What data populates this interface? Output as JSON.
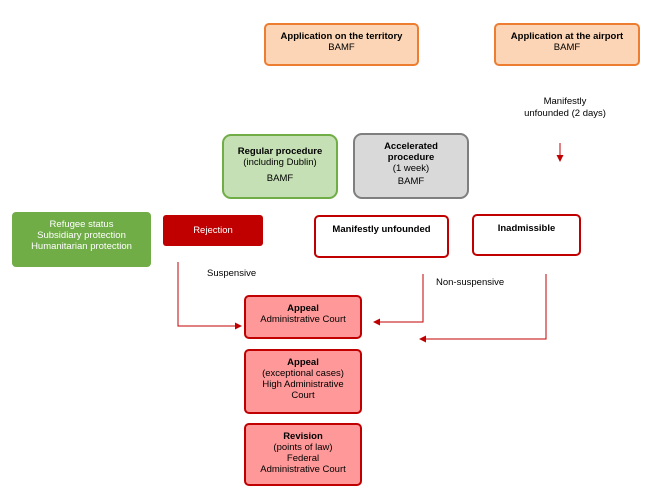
{
  "entry": {
    "territory": {
      "title": "Application on the territory",
      "sub": "BAMF"
    },
    "airport": {
      "title": "Application at the airport",
      "sub": "BAMF"
    }
  },
  "airport_note": {
    "line1": "Manifestly",
    "line2": "unfounded (2 days)"
  },
  "regular": {
    "title": "Regular procedure",
    "sub": "(including Dublin)",
    "agency": "BAMF"
  },
  "accelerated": {
    "title1": "Accelerated",
    "title2": "procedure",
    "sub": "(1 week)",
    "agency": "BAMF"
  },
  "protection": {
    "line1": "Refugee status",
    "line2": "Subsidiary protection",
    "line3": "Humanitarian protection"
  },
  "rejection": {
    "title": "Rejection"
  },
  "manifestly": {
    "title": "Manifestly unfounded"
  },
  "inadmissible": {
    "title": "Inadmissible"
  },
  "suspensive_label": "Suspensive",
  "non_suspensive_label": "Non-suspensive",
  "appeal1": {
    "title": "Appeal",
    "sub": "Administrative Court"
  },
  "appeal2": {
    "title": "Appeal",
    "sub": "(exceptional cases)",
    "court1": "High Administrative",
    "court2": "Court"
  },
  "revision": {
    "title": "Revision",
    "sub": "(points of law)",
    "court1": "Federal",
    "court2": "Administrative Court"
  },
  "colors": {
    "arrow": "#c00000",
    "orange_border": "#ed7d31",
    "green": "#70ad47"
  }
}
